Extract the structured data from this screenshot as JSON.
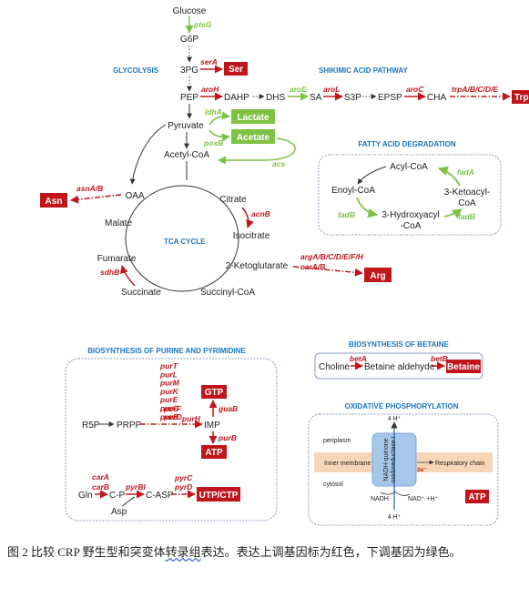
{
  "metabolites": {
    "glucose": "Glucose",
    "g6p": "G6P",
    "pg3": "3PG",
    "pep": "PEP",
    "pyruvate": "Pyruvate",
    "acetyl_coa": "Acetyl-CoA",
    "dahp": "DAHP",
    "dhs": "DHS",
    "sa": "SA",
    "s3p": "S3P",
    "epsp": "EPSP",
    "cha": "CHA",
    "oaa": "OAA",
    "citrate": "Citrate",
    "isocitrate": "Isocitrate",
    "malate": "Malate",
    "fumarate": "Fumarate",
    "succinate": "Succinate",
    "succinyl_coa": "Succinyl-CoA",
    "ketoglutarate": "2-Ketoglutarate"
  },
  "products": {
    "ser": "Ser",
    "trp": "Trp",
    "lactate": "Lactate",
    "acetate": "Acetate",
    "asn": "Asn",
    "arg": "Arg",
    "gtp": "GTP",
    "atp_purine": "ATP",
    "utp_ctp": "UTP/CTP",
    "betaine": "Betaine",
    "atp_oxphos": "ATP"
  },
  "genes": {
    "ptsG": "ptsG",
    "serA": "serA",
    "aroH": "aroH",
    "aroE": "aroE",
    "aroL": "aroL",
    "aroC": "aroC",
    "trpABCDE": "trpA/B/C/D/E",
    "ldhA": "ldhA",
    "poxB": "poxB",
    "acs": "acs",
    "asnAB": "asnA/B",
    "acnB": "acnB",
    "sdhB": "sdhB",
    "argAH": "argA/B/C/D/E/F/H",
    "carAB": "carA/B",
    "fadA": "fadA",
    "fadB_left": "fadB",
    "fadB_right": "fadB",
    "purine_genes": [
      "purT",
      "purL",
      "purM",
      "purK",
      "purE",
      "purC",
      "purB"
    ],
    "purF": "purF",
    "purD": "purD",
    "purH": "purH",
    "guaB": "guaB",
    "purB_atp": "purB",
    "carA": "carA",
    "carB": "carB",
    "pyrBI": "pyrBI",
    "pyrC": "pyrC",
    "pyrD": "pyrD",
    "betA": "betA",
    "betB": "betB"
  },
  "sections": {
    "glycolysis": "GLYCOLYSIS",
    "shikimic": "SHIKIMIC ACID PATHWAY",
    "tca": "TCA CYCLE",
    "fatty": "FATTY ACID DEGRADATION",
    "purine": "BIOSYNTHESIS OF PURINE AND PYRIMIDINE",
    "betaine": "BIOSYNTHESIS OF BETAINE",
    "oxphos": "OXIDATIVE PHOSPHORYLATION"
  },
  "fatty_acid": {
    "acyl_coa": "Acyl-CoA",
    "enoyl_coa": "Enoyl-CoA",
    "ketoacyl_1": "3-Ketoacyl-",
    "ketoacyl_2": "CoA",
    "hydroxy_1": "3-Hydroxyacyl",
    "hydroxy_2": "-CoA"
  },
  "purine_pathway": {
    "r5p": "R5P",
    "prpp": "PRPP",
    "imp": "IMP",
    "gln": "Gln",
    "cp": "C-P",
    "asp": "Asp",
    "casp": "C-ASP"
  },
  "betaine_pathway": {
    "choline": "Choline",
    "aldehyde": "Betaine aldehyde"
  },
  "oxphos": {
    "h_top": "4 H⁺",
    "h_bottom": "4 H⁺",
    "periplasm": "periplasm",
    "inner_membrane": "Inner membrane",
    "cytosol": "cytosol",
    "complex_1": "NADH-quinone",
    "complex_2": "oxidoreductase I",
    "electrons": "2e⁻",
    "respiratory_chain": "Respiratory chain",
    "nadh": "NADH",
    "nad": "NAD⁺ +H⁺"
  },
  "caption": {
    "text_before": "图 2  比较 CRP 野生型和突变体",
    "underlined": "转录组",
    "text_after": "表达。表达上调基因标为红色，下调基因为绿色。"
  },
  "colors": {
    "upregulated": "#c0161b",
    "downregulated": "#7dc242",
    "section": "#1b75bc"
  }
}
